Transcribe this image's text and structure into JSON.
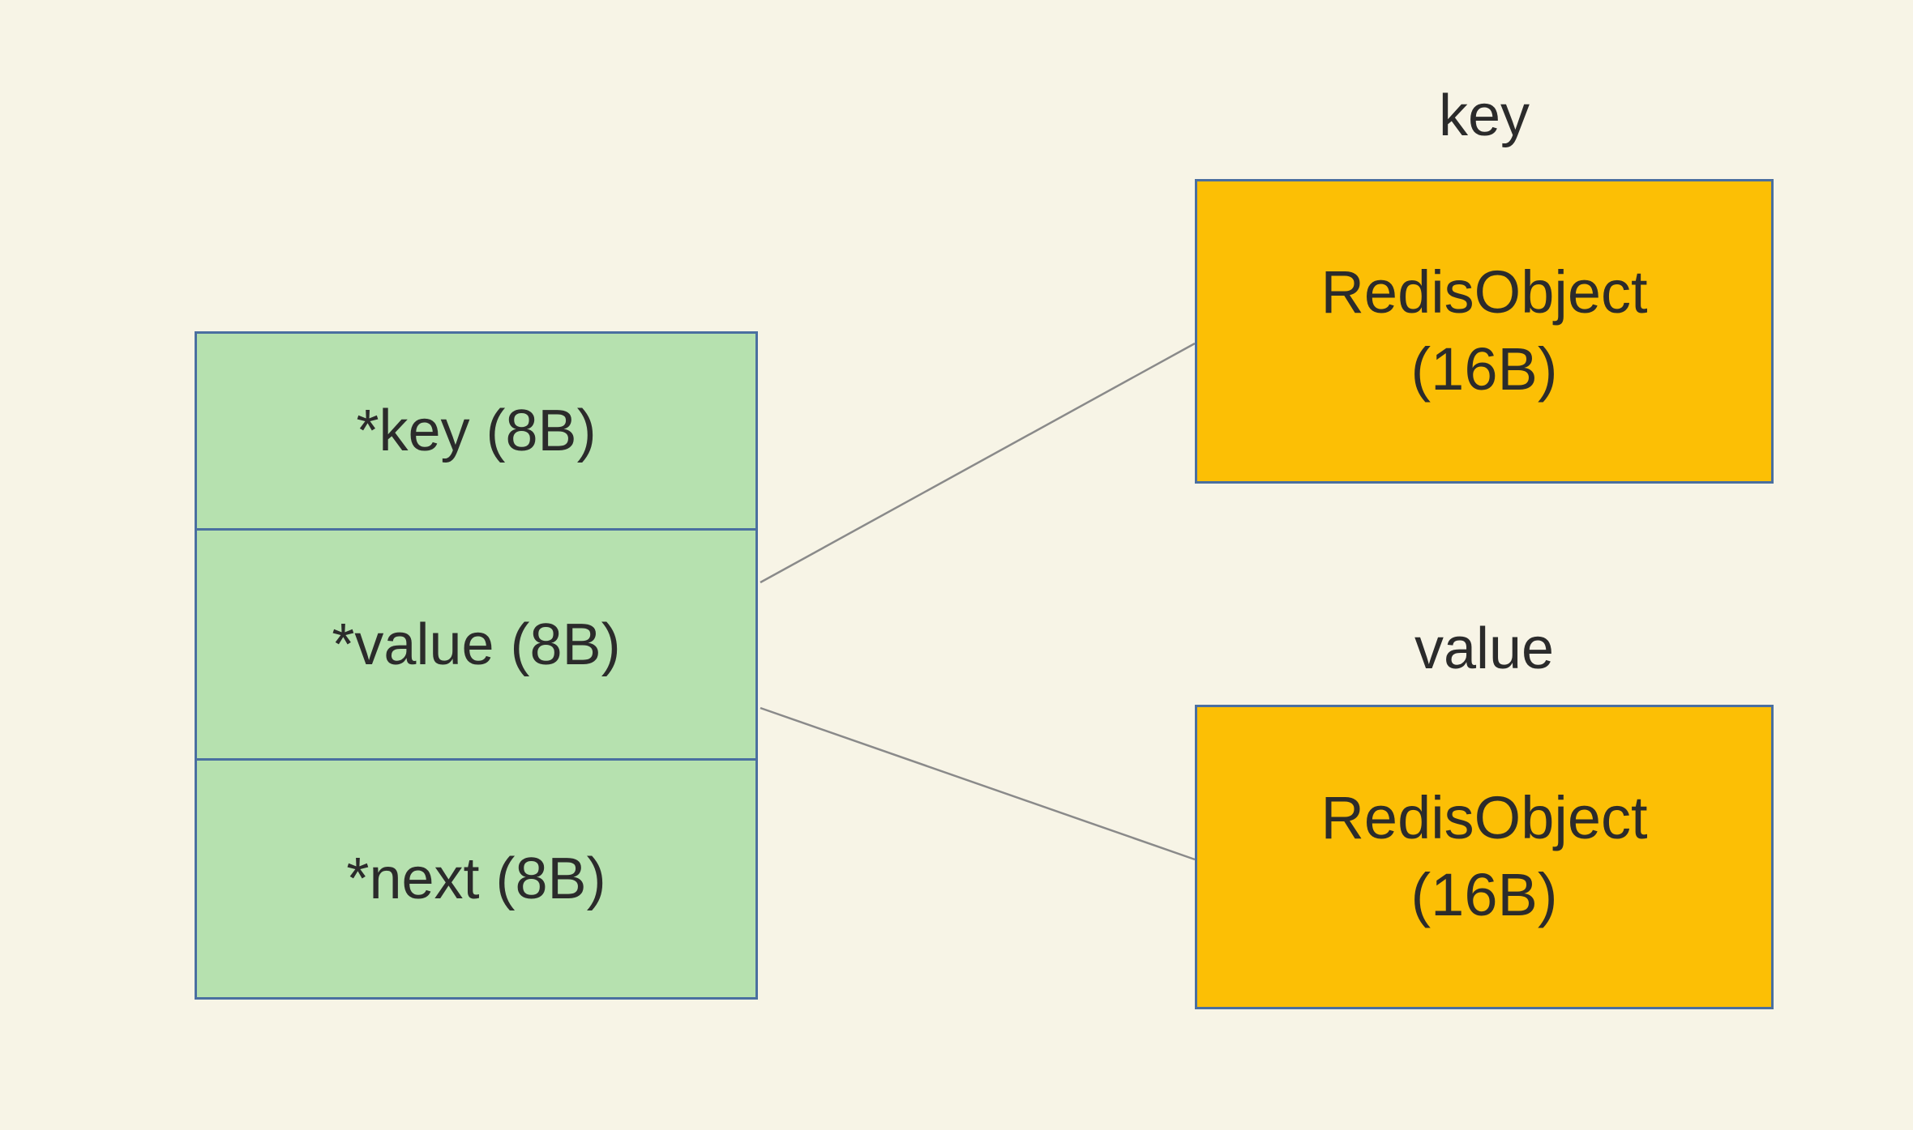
{
  "colors": {
    "background": "#f7f4e6",
    "green_fill": "#b6e1af",
    "green_border": "#4a6fa0",
    "orange_fill": "#fcbf05",
    "orange_border": "#4a6fa0",
    "line": "#8a8a8a",
    "text": "#2b2b2b"
  },
  "struct_table": {
    "rows": [
      {
        "label": "*key (8B)"
      },
      {
        "label": "*value (8B)"
      },
      {
        "label": "*next (8B)"
      }
    ]
  },
  "objects": [
    {
      "caption": "key",
      "line1": "RedisObject",
      "line2": "(16B)"
    },
    {
      "caption": "value",
      "line1": "RedisObject",
      "line2": "(16B)"
    }
  ]
}
